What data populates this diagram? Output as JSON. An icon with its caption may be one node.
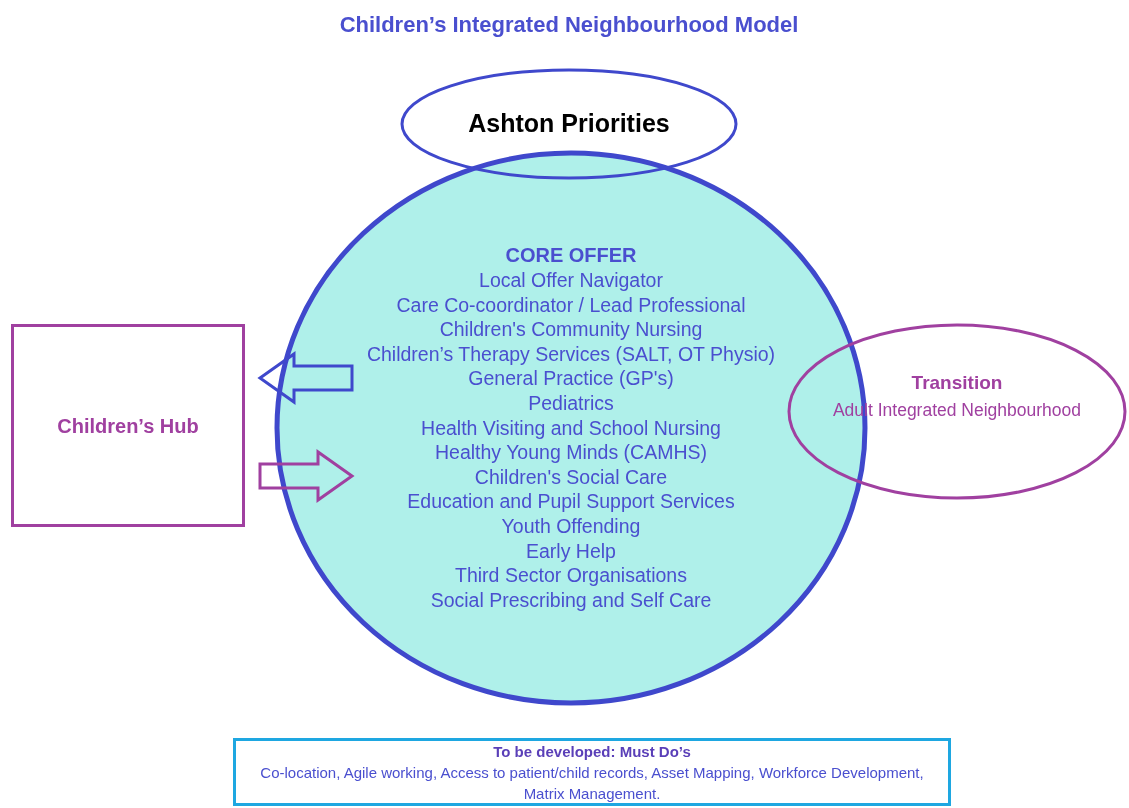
{
  "diagram": {
    "title": "Children’s Integrated Neighbourhood Model",
    "nodes": [
      {
        "text": [
          "Ashton Priorities"
        ]
      },
      {
        "text": [
          "CORE OFFER",
          "Local Offer Navigator",
          "Care Co-coordinator / Lead Professional",
          "Children's Community Nursing",
          "Children’s Therapy Services (SALT, OT Physio)",
          "General Practice (GP's)",
          "Pediatrics",
          "Health Visiting and School Nursing",
          "Healthy Young Minds (CAMHS)",
          "Children's Social Care",
          "Education and Pupil Support Services",
          "Youth Offending",
          "Early Help",
          "Third Sector Organisations",
          "Social Prescribing and Self Care"
        ]
      },
      {
        "text": [
          "Children’s Hub"
        ]
      },
      {
        "text": [
          "Transition",
          "Adult Integrated Neighbourhood"
        ]
      },
      {
        "text": [
          "To be developed: Must Do’s",
          "Co-location, Agile working, Access to patient/child records, Asset Mapping, Workforce Development, Matrix Management."
        ]
      }
    ],
    "edges": [
      {
        "from": 1,
        "to": 2,
        "arrow": "to",
        "color": "#3f48cc"
      },
      {
        "from": 2,
        "to": 1,
        "arrow": "to",
        "color": "#a040a0"
      }
    ]
  }
}
